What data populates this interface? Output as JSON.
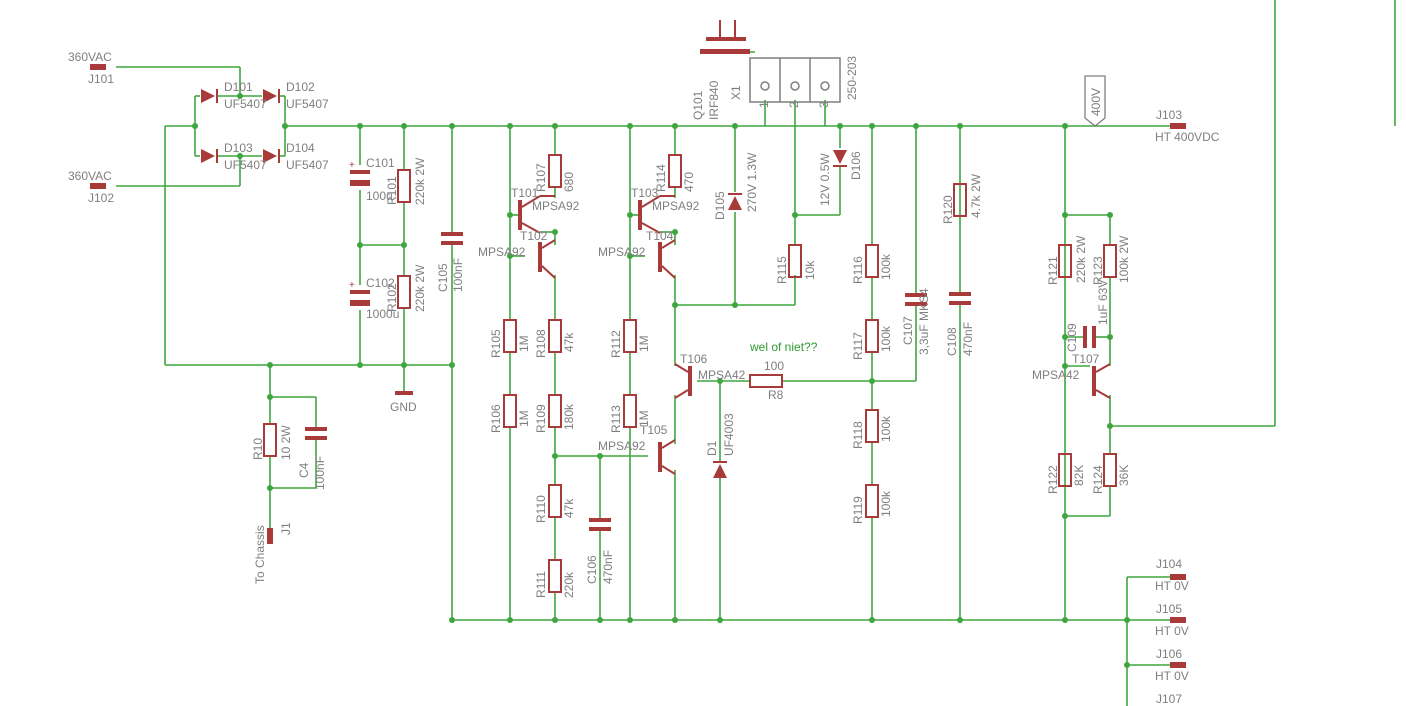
{
  "colors": {
    "wire": "#3fa63f",
    "component": "#a83a3a",
    "text": "#7f7f7f",
    "note": "#2e9b2e"
  },
  "labels": {
    "j101_v": "360VAC",
    "j101": "J101",
    "j102_v": "360VAC",
    "j102": "J102",
    "d101": "D101",
    "d101_v": "UF5407",
    "d102": "D102",
    "d102_v": "UF5407",
    "d103": "D103",
    "d103_v": "UF5407",
    "d104": "D104",
    "d104_v": "UF5407",
    "c101": "C101",
    "c101_v": "100u",
    "c102": "C102",
    "c102_v": "1000u",
    "r101": "R101",
    "r101_v": "220k 2W",
    "r102": "R102",
    "r102_v": "220k 2W",
    "gnd": "GND",
    "c105": "C105",
    "c105_v": "100nF",
    "r10": "R10",
    "r10_v": "10 2W",
    "c4": "C4",
    "c4_v": "100nF",
    "j1": "J1",
    "j1_v": "To Chassis",
    "r107": "R107",
    "r107_v": "680",
    "t101": "T101",
    "t101_v": "MPSA92",
    "t102": "T102",
    "t102_v": "MPSA92",
    "r105": "R105",
    "r105_v": "1M",
    "r106": "R106",
    "r106_v": "1M",
    "r108": "R108",
    "r108_v": "47k",
    "r109": "R109",
    "r109_v": "180k",
    "r110": "R110",
    "r110_v": "47k",
    "r111": "R111",
    "r111_v": "220k",
    "c106": "C106",
    "c106_v": "470nF",
    "r114": "R114",
    "r114_v": "470",
    "t103": "T103",
    "t103_v": "MPSA92",
    "t104": "T104",
    "t104_v": "MPSA92",
    "r112": "R112",
    "r112_v": "1M",
    "r113": "R113",
    "r113_v": "1M",
    "t105": "T105",
    "t105_v": "MPSA92",
    "t106": "T106",
    "t106_v": "MPSA42",
    "r8": "R8",
    "r8_v": "100",
    "d1": "D1",
    "d1_v": "UF4003",
    "q101": "Q101",
    "q101_v": "IRF840",
    "x1": "X1",
    "x1_v": "250-203",
    "x1_p1": "1",
    "x1_p2": "2",
    "x1_p3": "3",
    "d105": "D105",
    "d105_v": "270V 1.3W",
    "r115": "R115",
    "r115_v": "10k",
    "d106": "D106",
    "d106_v": "12V 0.5W",
    "r116": "R116",
    "r116_v": "100k",
    "r117": "R117",
    "r117_v": "100k",
    "r118": "R118",
    "r118_v": "100k",
    "r119": "R119",
    "r119_v": "100k",
    "c107": "C107",
    "c107_v": "3,3uF MKS4",
    "c108": "C108",
    "c108_v": "470nF",
    "r120": "R120",
    "r120_v": "4.7k 2W",
    "net400": "400V",
    "j103": "J103",
    "j103_v": "HT 400VDC",
    "r121": "R121",
    "r121_v": "220k 2W",
    "r123": "R123",
    "r123_v": "100k 2W",
    "c109": "C109",
    "c109_v": "1uF 63V",
    "t107": "T107",
    "t107_v": "MPSA42",
    "r122": "R122",
    "r122_v": "82K",
    "r124": "R124",
    "r124_v": "36K",
    "j104": "J104",
    "j104_v": "HT 0V",
    "j105": "J105",
    "j105_v": "HT 0V",
    "j106": "J106",
    "j106_v": "HT 0V",
    "j107": "J107",
    "note": "wel of niet??"
  }
}
